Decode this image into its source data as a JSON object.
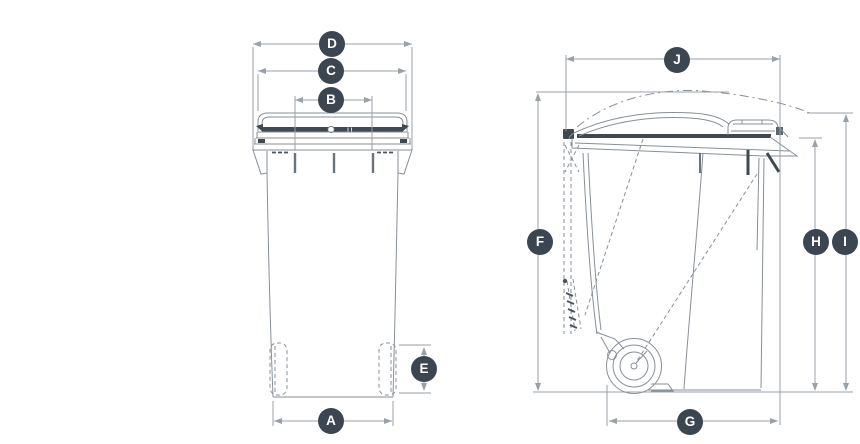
{
  "diagram": {
    "type": "technical-dimension-drawing",
    "views": [
      {
        "name": "front-view"
      },
      {
        "name": "side-view"
      }
    ],
    "colors": {
      "background": "#ffffff",
      "drawing_line": "#878f97",
      "drawing_line_dark": "#3e4952",
      "dimension_line": "#98a0a8",
      "badge_background": "#3b4651",
      "badge_text": "#ffffff"
    },
    "dimension_labels": [
      {
        "id": "A",
        "label": "A"
      },
      {
        "id": "B",
        "label": "B"
      },
      {
        "id": "C",
        "label": "C"
      },
      {
        "id": "D",
        "label": "D"
      },
      {
        "id": "E",
        "label": "E"
      },
      {
        "id": "F",
        "label": "F"
      },
      {
        "id": "G",
        "label": "G"
      },
      {
        "id": "H",
        "label": "H"
      },
      {
        "id": "I",
        "label": "I"
      },
      {
        "id": "J",
        "label": "J"
      }
    ]
  }
}
